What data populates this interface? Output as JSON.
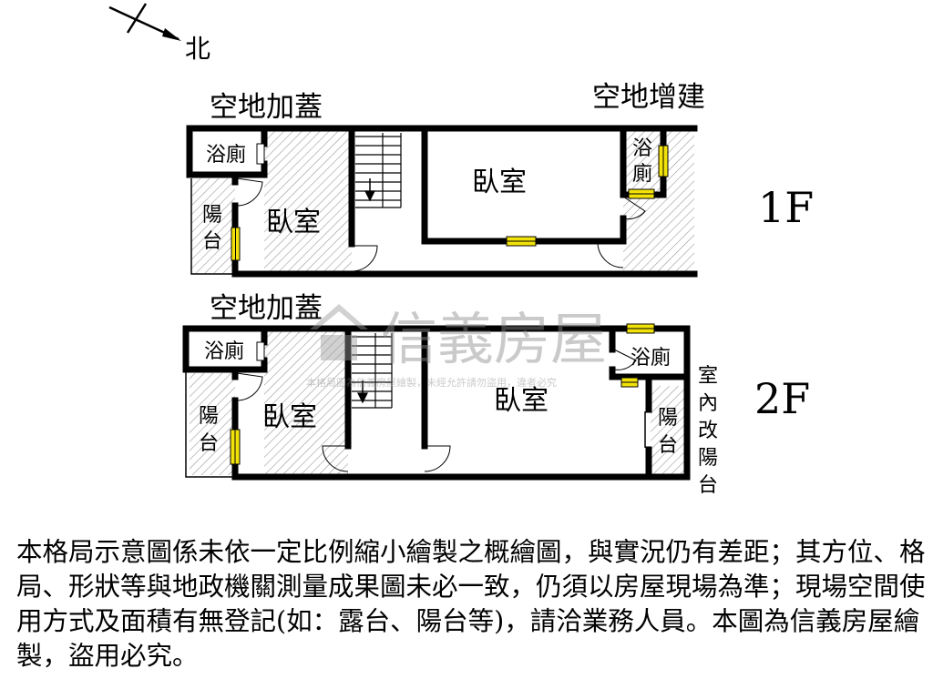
{
  "compass": {
    "north_label": "北"
  },
  "floor_1": {
    "floor_label": "1F",
    "annex_left_label": "空地加蓋",
    "annex_right_label": "空地增建",
    "rooms": {
      "bath_left": "浴廁",
      "balcony_top": "陽",
      "balcony_bottom": "台",
      "bedroom_left": "臥室",
      "bedroom_center": "臥室",
      "bath_right_top": "浴",
      "bath_right_bottom": "廁"
    }
  },
  "floor_2": {
    "floor_label": "2F",
    "annex_left_label": "空地加蓋",
    "rooms": {
      "bath_left": "浴廁",
      "balcony_top": "陽",
      "balcony_bottom": "台",
      "bedroom_left": "臥室",
      "bedroom_center": "臥室",
      "bath_right": "浴廁",
      "balcony_right_top": "陽",
      "balcony_right_bottom": "台"
    },
    "side_note_chars": [
      "室",
      "內",
      "改",
      "陽",
      "台"
    ]
  },
  "watermark": {
    "brand": "信義房屋",
    "fine_print": "本格局圖為信義房屋繪製，未經允許請勿盜用，違者必究"
  },
  "disclaimer": "本格局示意圖係未依一定比例縮小繪製之概繪圖，與實況仍有差距；其方位、格局、形狀等與地政機關測量成果圖未必一致，仍須以房屋現場為準；現場空間使用方式及面積有無登記(如：露台、陽台等)，請洽業務人員。本圖為信義房屋繪製，盜用必究。"
}
